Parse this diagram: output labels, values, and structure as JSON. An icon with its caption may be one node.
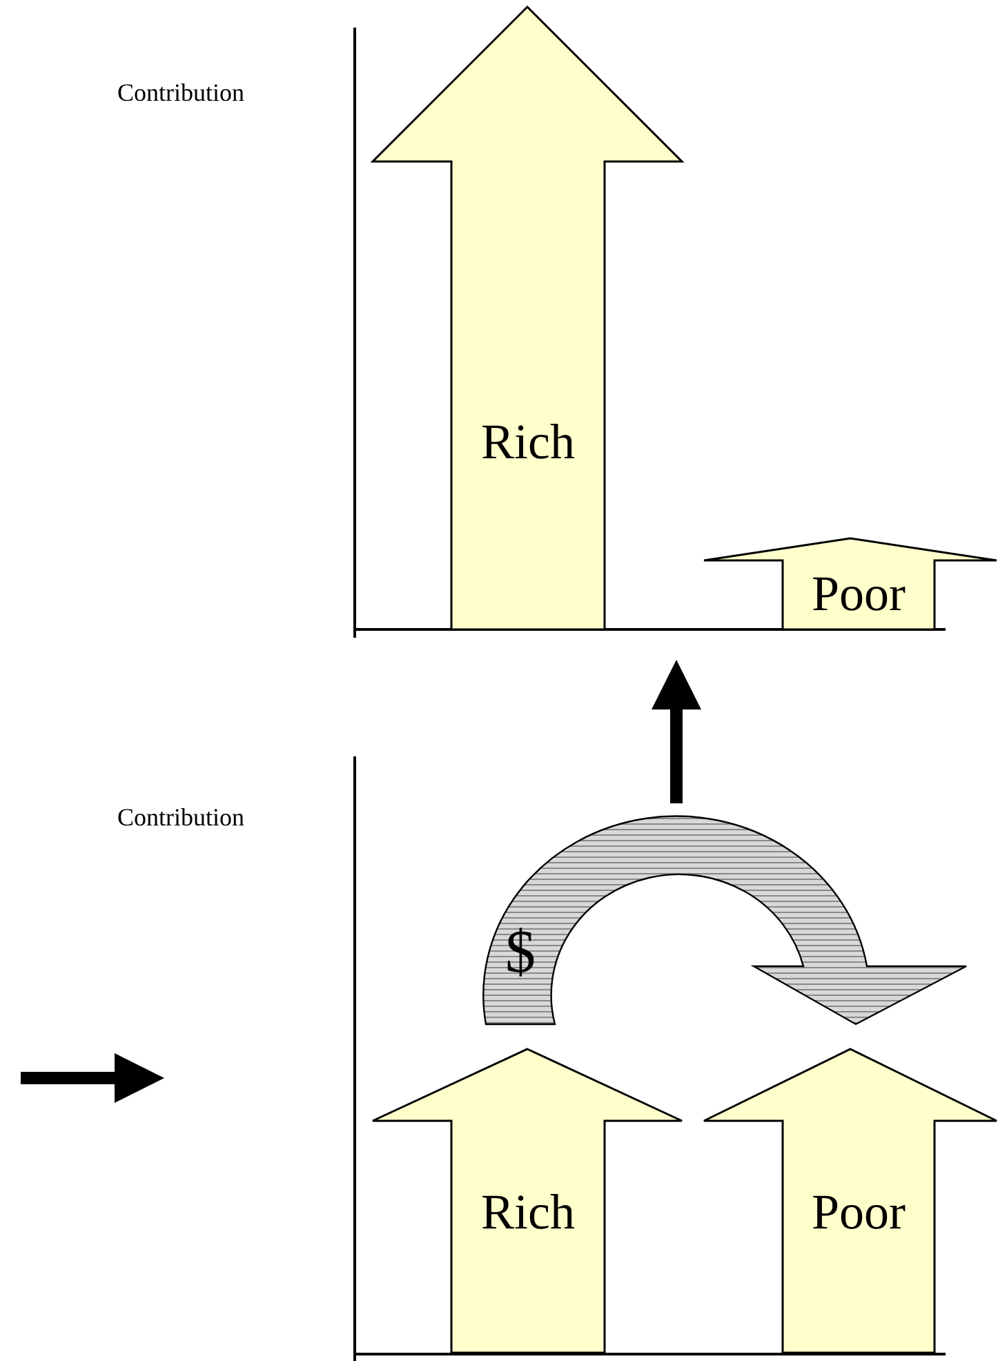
{
  "diagram": {
    "nodes": [
      {
        "text": [
          "Rich"
        ]
      },
      {
        "text": [
          "Poor"
        ]
      },
      {
        "text": [
          "Rich"
        ]
      },
      {
        "text": [
          "Poor"
        ]
      }
    ],
    "edges": [
      {
        "from": 2,
        "to": 3,
        "arrow": "to",
        "label": "$"
      }
    ],
    "labels": [
      "Contribution",
      "Contribution"
    ]
  }
}
